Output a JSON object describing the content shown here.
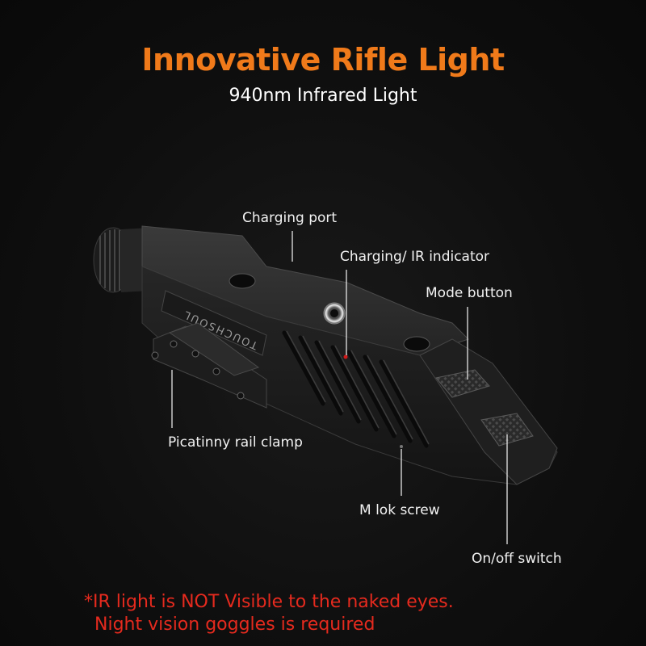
{
  "header": {
    "title": "Innovative Rifle Light",
    "subtitle": "940nm Infrared Light"
  },
  "callouts": {
    "charging_port": "Charging port",
    "ir_indicator": "Charging/ IR indicator",
    "mode_button": "Mode button",
    "rail_clamp": "Picatinny rail clamp",
    "mlok_screw": "M lok screw",
    "onoff_switch": "On/off switch"
  },
  "product": {
    "brand": "TOUCHSOUL"
  },
  "warning": {
    "asterisk": "*",
    "line1": "IR light is NOT Visible to the naked eyes.",
    "line2": "Night vision goggles is required"
  },
  "colors": {
    "title": "#f07a1a",
    "warning": "#e52a1e",
    "background": "#0d0d0d",
    "indicator": "#d11a1a"
  }
}
